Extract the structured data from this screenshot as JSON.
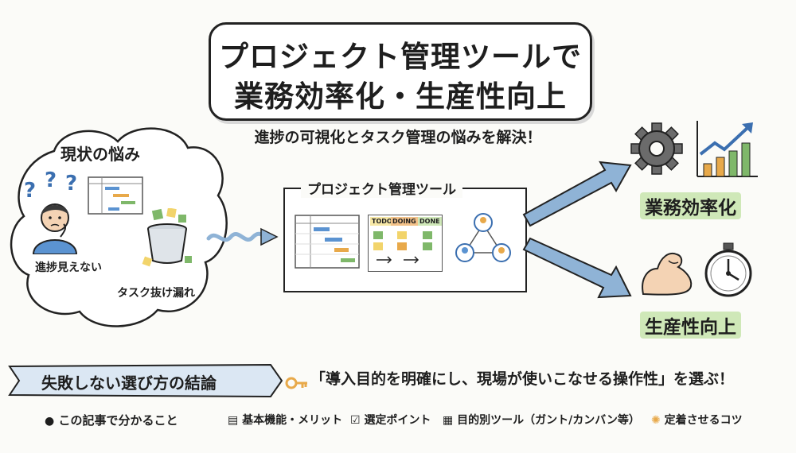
{
  "title": {
    "line1": "プロジェクト管理ツールで",
    "line2": "業務効率化・生産性向上"
  },
  "subtitle": "進捗の可視化とタスク管理の悩みを解決！",
  "problem": {
    "heading": "現状の悩み",
    "label_progress": "進捗見えない",
    "label_leak": "タスク抜け漏れ"
  },
  "tool": {
    "heading": "プロジェクト管理ツール",
    "kanban_todo": "TODO",
    "kanban_doing": "DOING",
    "kanban_done": "DONE"
  },
  "outcomes": {
    "efficiency": "業務効率化",
    "productivity": "生産性向上"
  },
  "bottom": {
    "banner": "失敗しない選び方の結論",
    "conclusion": "「導入目的を明確にし、現場が使いこなせる操作性」を選ぶ！",
    "article_label": "この記事で分かること",
    "items": [
      "基本機能・メリット",
      "選定ポイント",
      "目的別ツール（ガント/カンバン等）",
      "定着させるコツ"
    ]
  },
  "colors": {
    "accent_blue": "#8fb3d6",
    "banner_blue": "#dbe7f3",
    "highlight_green": "#cfe8b8",
    "highlight_yellow": "#f7e8a6",
    "key_orange": "#e8a94a"
  }
}
